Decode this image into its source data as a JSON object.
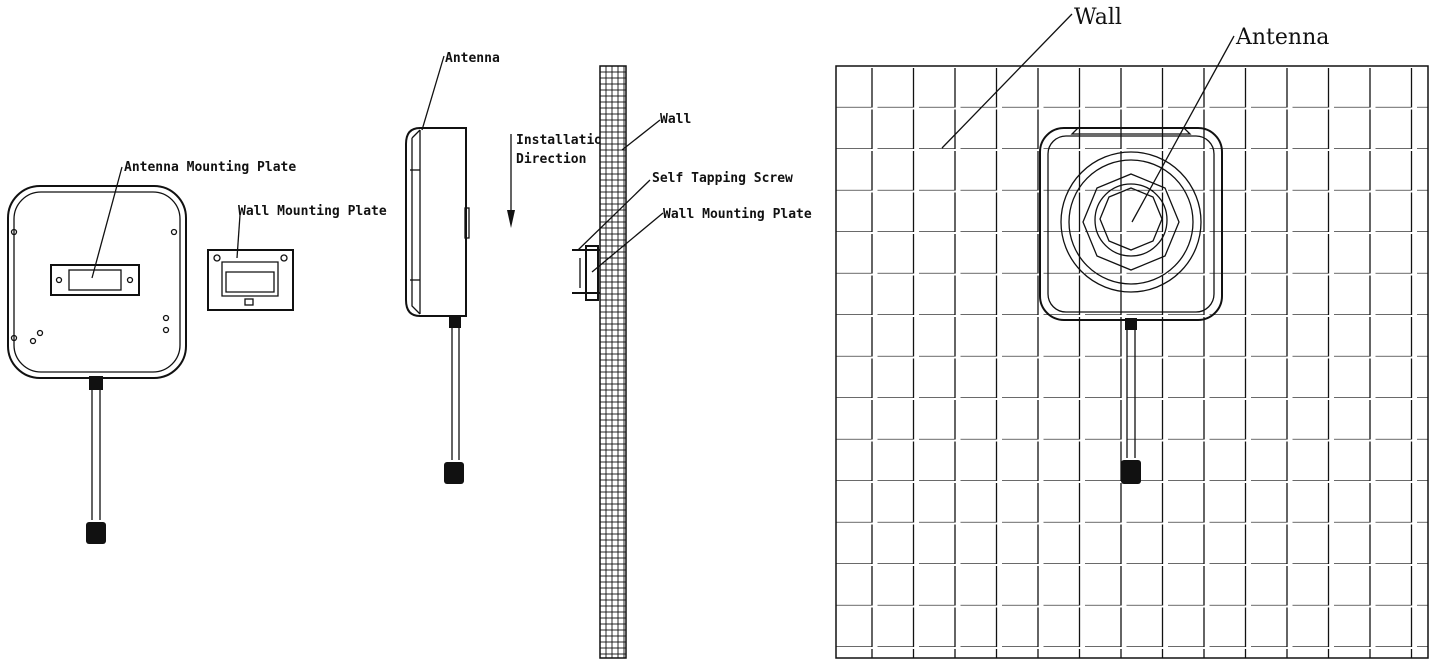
{
  "labels": {
    "antenna_mounting_plate": "Antenna Mounting Plate",
    "wall_mounting_plate_front": "Wall Mounting Plate",
    "antenna_side": "Antenna",
    "installation_direction_1": "Installation",
    "installation_direction_2": "Direction",
    "wall_side": "Wall",
    "self_tapping_screw": "Self Tapping Screw",
    "wall_mounting_plate_side": "Wall Mounting Plate",
    "wall_front": "Wall",
    "antenna_front": "Antenna"
  },
  "colors": {
    "line": "#111111",
    "background": "#ffffff"
  }
}
